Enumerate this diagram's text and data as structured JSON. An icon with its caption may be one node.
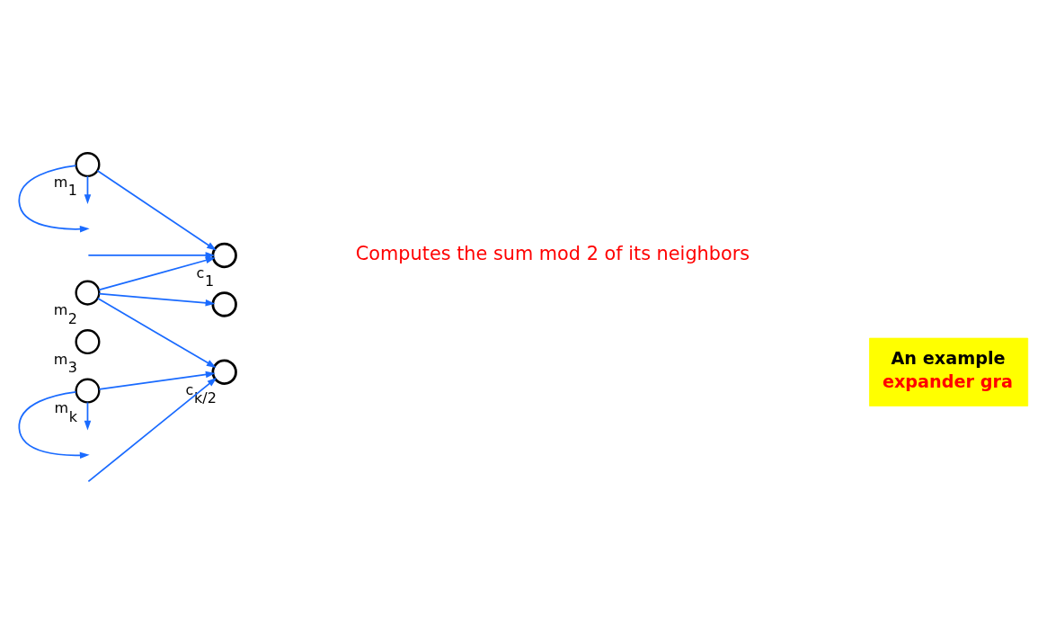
{
  "diagram": {
    "nodes": [
      {
        "text": [],
        "shape": "circle",
        "beside": [
          "m$_{1}$"
        ]
      },
      {
        "text": [],
        "shape": "circle",
        "beside": [
          "m$_{2}$"
        ]
      },
      {
        "text": [],
        "shape": "circle",
        "beside": [
          "m$_{3}$"
        ]
      },
      {
        "text": [],
        "shape": "circle",
        "beside": [
          "m$_{k}$"
        ]
      },
      {
        "text": [],
        "shape": "oplus",
        "beside": [
          "c$_{1}$"
        ]
      },
      {
        "text": [],
        "shape": "oplus"
      },
      {
        "text": [],
        "shape": "oplus",
        "beside": [
          "c$_{k/2}$"
        ]
      },
      {
        "text": [
          "An example",
          "expander gra"
        ]
      }
    ],
    "edges": [
      {
        "from": 0,
        "to": 4,
        "arrow": "to"
      },
      {
        "from": 0,
        "to": null,
        "arrow": "to"
      },
      {
        "from": 0,
        "to": null,
        "arrow": "to"
      },
      {
        "from": 1,
        "to": 4,
        "arrow": "to"
      },
      {
        "from": 1,
        "to": 5,
        "arrow": "to"
      },
      {
        "from": 1,
        "to": 6,
        "arrow": "to"
      },
      {
        "from": null,
        "to": 4,
        "arrow": "to"
      },
      {
        "from": null,
        "to": 6,
        "arrow": "to"
      },
      {
        "from": 3,
        "to": 6,
        "arrow": "to"
      },
      {
        "from": 3,
        "to": null,
        "arrow": "to"
      },
      {
        "from": 3,
        "to": null,
        "arrow": "to"
      }
    ],
    "labels": [
      "Computes the sum mod 2 of its neighbors"
    ]
  }
}
